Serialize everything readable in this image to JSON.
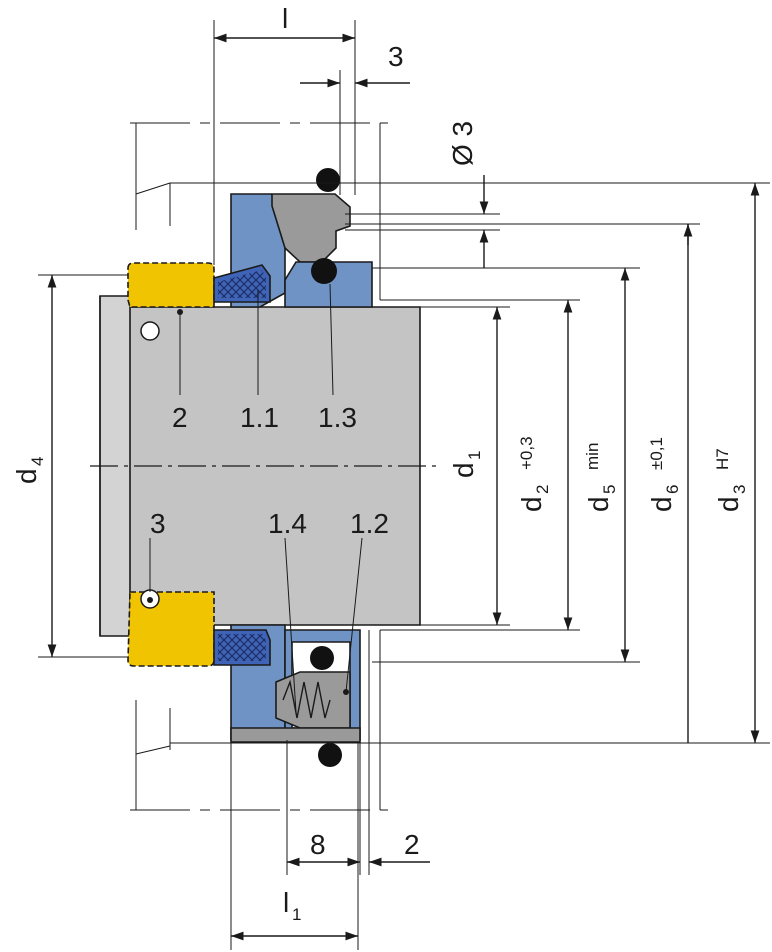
{
  "labels": {
    "l": "l",
    "l1_main": "l",
    "l1_sub": "1",
    "dim_3_top": "3",
    "dim_phi3": "Ø 3",
    "dim_8": "8",
    "dim_2_bottom": "2",
    "d1_main": "d",
    "d1_sub": "1",
    "d2_main": "d",
    "d2_sub": "2",
    "d2_tol": "+0,3",
    "d3_main": "d",
    "d3_sub": "3",
    "d3_tol": "H7",
    "d4_main": "d",
    "d4_sub": "4",
    "d5_main": "d",
    "d5_sub": "5",
    "d5_tol": "min",
    "d6_main": "d",
    "d6_sub": "6",
    "d6_tol": "±0,1"
  },
  "parts": {
    "p2": "2",
    "p1_1": "1.1",
    "p1_3": "1.3",
    "p3": "3",
    "p1_4": "1.4",
    "p1_2": "1.2"
  },
  "colors": {
    "shaft": "#c4c4c4",
    "sleeve": "#d3d3d3",
    "collar": "#f0c400",
    "housing": "#6f93c5",
    "packing": "#3f63b6",
    "metal_ring": "#9a9a9a",
    "oring": "#111111"
  }
}
